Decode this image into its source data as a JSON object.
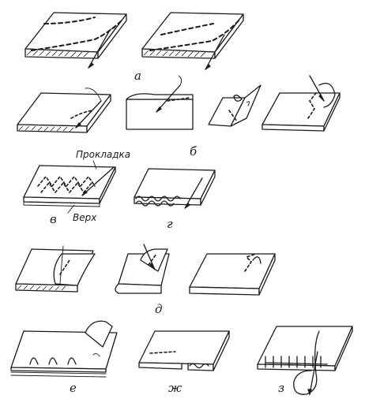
{
  "labels": {
    "a": "а",
    "b": "б",
    "v": "в",
    "g": "г",
    "d": "д",
    "e": "е",
    "zh": "ж",
    "z": "з"
  },
  "callouts": {
    "interlining": "Прокладка",
    "top": "Верх"
  }
}
